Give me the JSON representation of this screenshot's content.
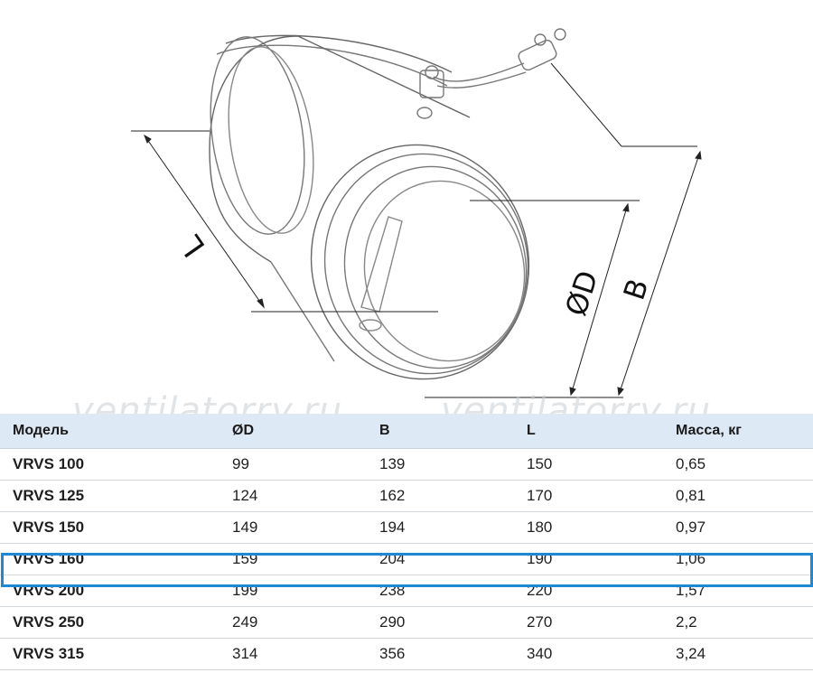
{
  "drawing": {
    "dim_L": "L",
    "dim_D": "ØD",
    "dim_B": "B"
  },
  "watermark": "ventilatorry.ru",
  "table": {
    "headers": [
      "Модель",
      "ØD",
      "B",
      "L",
      "Масса, кг"
    ],
    "rows": [
      [
        "VRVS 100",
        "99",
        "139",
        "150",
        "0,65"
      ],
      [
        "VRVS 125",
        "124",
        "162",
        "170",
        "0,81"
      ],
      [
        "VRVS 150",
        "149",
        "194",
        "180",
        "0,97"
      ],
      [
        "VRVS 160",
        "159",
        "204",
        "190",
        "1,06"
      ],
      [
        "VRVS 200",
        "199",
        "238",
        "220",
        "1,57"
      ],
      [
        "VRVS 250",
        "249",
        "290",
        "270",
        "2,2"
      ],
      [
        "VRVS 315",
        "314",
        "356",
        "340",
        "3,24"
      ]
    ],
    "highlighted_row": "VRVS 160",
    "highlight_color": "#1e88d4",
    "header_bg": "#dde9f4"
  }
}
